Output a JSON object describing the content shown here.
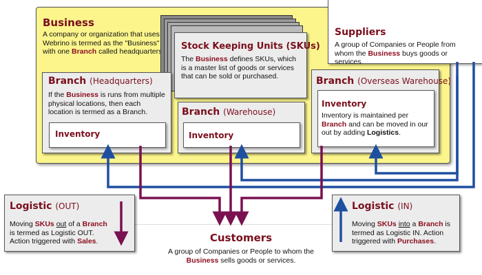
{
  "business": {
    "title": "Business",
    "desc_parts": [
      "A company or organization that uses Webrino is termed as the \"Business\" with one ",
      "Branch",
      " called headquarters."
    ]
  },
  "skus": {
    "title": "Stock Keeping Units (SKUs)",
    "desc_parts": [
      "The ",
      "Business",
      " defines SKUs, which is a master list of goods or services that can be sold or purchased."
    ]
  },
  "suppliers": {
    "title": "Suppliers",
    "desc_parts": [
      "A group of Companies or People from whom the ",
      "Business",
      " buys goods or services."
    ]
  },
  "branch_hq": {
    "title": "Branch",
    "subtitle": "(Headquarters)",
    "desc_parts": [
      "If the ",
      "Business",
      " is runs from multiple physical locations, then each location is termed as a Branch."
    ],
    "inventory_label": "Inventory"
  },
  "branch_wh": {
    "title": "Branch",
    "subtitle": "(Warehouse)",
    "inventory_label": "Inventory"
  },
  "branch_ow": {
    "title": "Branch",
    "subtitle": "(Overseas Warehouse)",
    "inventory_label": "Inventory",
    "inv_desc_parts": [
      "Inventory is maintained per ",
      "Branch",
      " and can be moved in our out by adding ",
      "Logistics",
      "."
    ]
  },
  "logistic_out": {
    "title": "Logistic",
    "subtitle": "(OUT)",
    "desc_parts": [
      "Moving ",
      "SKUs",
      " ",
      "out",
      " of a ",
      "Branch",
      " is termed as Logistic OUT. Action triggered with ",
      "Sales",
      "."
    ]
  },
  "logistic_in": {
    "title": "Logistic",
    "subtitle": "(IN)",
    "desc_parts": [
      "Moving ",
      "SKUs",
      " ",
      "into",
      " a ",
      "Branch",
      " is termed as Logistic IN. Action triggered with ",
      "Purchases",
      "."
    ]
  },
  "customers": {
    "title": "Customers",
    "desc_parts": [
      "A group of Companies or People to whom the ",
      "Business",
      " sells goods or services."
    ]
  },
  "colors": {
    "business_fill": "#fbf58c",
    "out_arrow": "#7a1150",
    "in_arrow": "#1f4fa0",
    "title": "#7a0f1d"
  }
}
